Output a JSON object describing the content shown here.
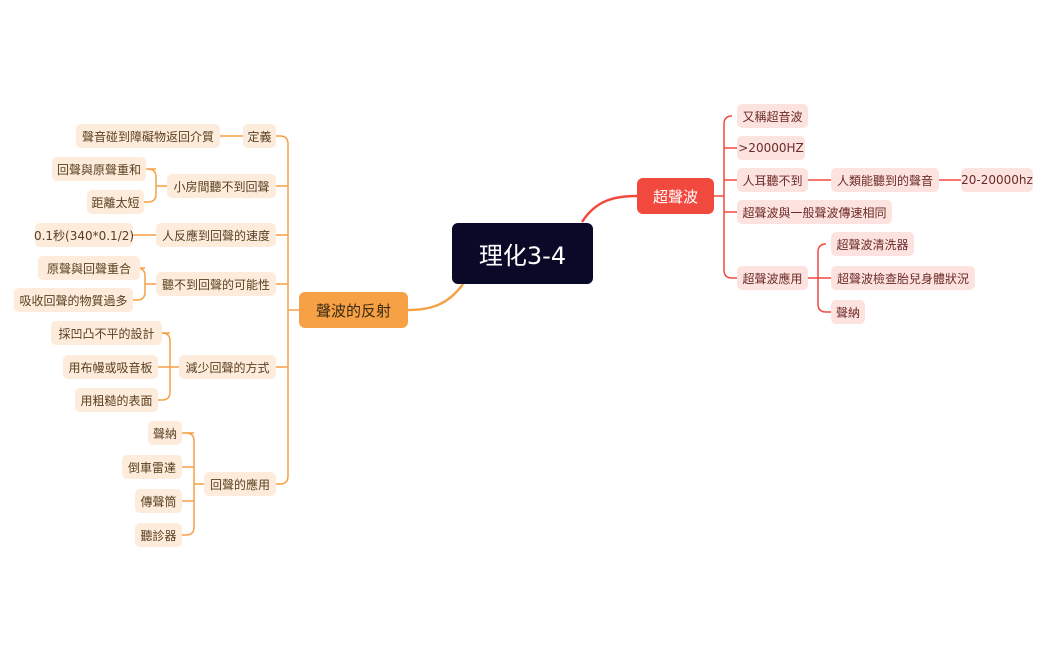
{
  "central": {
    "label": "理化3-4"
  },
  "colors": {
    "central": "#0a0a28",
    "red": "#f2493f",
    "orange": "#f6a146",
    "red_leaf": "#fde3e0",
    "orange_leaf": "#fdebdc"
  },
  "ultrasonic": {
    "label": "超聲波",
    "alias": "又稱超音波",
    "freq": ">20000HZ",
    "inaudible": "人耳聽不到",
    "human_range": "人類能聽到的聲音",
    "human_range_value": "20-20000hz",
    "speed": "超聲波與一般聲波傳速相同",
    "apps": "超聲波應用",
    "app_items": [
      "超聲波清洗器",
      "超聲波檢查胎兒身體狀況",
      "聲納"
    ]
  },
  "reflection": {
    "label": "聲波的反射",
    "definition": "定義",
    "definition_text": "聲音碰到障礙物返回介質",
    "small_room": "小房間聽不到回聲",
    "small_room_items": [
      "回聲與原聲重和",
      "距離太短"
    ],
    "reaction": "人反應到回聲的速度",
    "reaction_value": "0.1秒(340*0.1/2)",
    "not_heard": "聽不到回聲的可能性",
    "not_heard_items": [
      "原聲與回聲重合",
      "吸收回聲的物質過多"
    ],
    "reduce": "減少回聲的方式",
    "reduce_items": [
      "採凹凸不平的設計",
      "用布幔或吸音板",
      "用粗糙的表面"
    ],
    "echo_apps": "回聲的應用",
    "echo_app_items": [
      "聲納",
      "倒車雷達",
      "傳聲筒",
      "聽診器"
    ]
  }
}
